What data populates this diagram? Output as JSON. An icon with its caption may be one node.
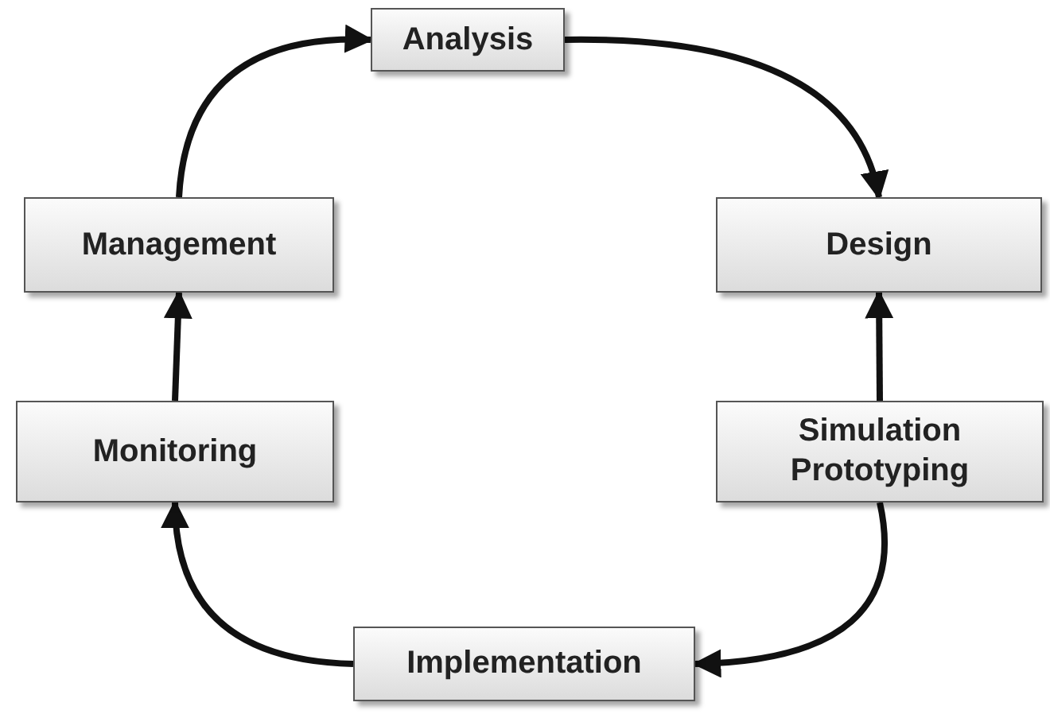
{
  "diagram": {
    "nodes": [
      {
        "text": [
          "Analysis"
        ]
      },
      {
        "text": [
          "Management"
        ]
      },
      {
        "text": [
          "Design"
        ]
      },
      {
        "text": [
          "Monitoring"
        ]
      },
      {
        "text": [
          "Simulation Prototyping"
        ]
      },
      {
        "text": [
          "Implementation"
        ]
      }
    ],
    "edges": [
      {
        "from": 1,
        "to": 0,
        "arrow": "to"
      },
      {
        "from": 0,
        "to": 2,
        "arrow": "to"
      },
      {
        "from": 4,
        "to": 2,
        "arrow": "to"
      },
      {
        "from": 4,
        "to": 5,
        "arrow": "to"
      },
      {
        "from": 5,
        "to": 3,
        "arrow": "to"
      },
      {
        "from": 3,
        "to": 1,
        "arrow": "to"
      }
    ]
  }
}
